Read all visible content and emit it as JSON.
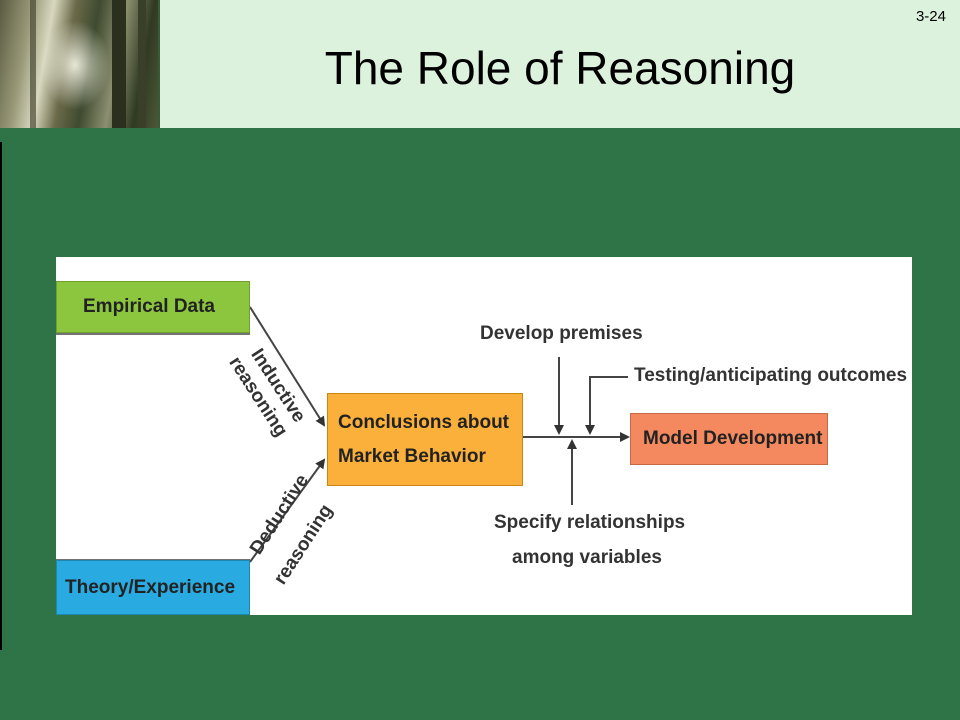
{
  "header": {
    "title": "The Role of Reasoning",
    "page_number": "3-24"
  },
  "diagram": {
    "nodes": {
      "empirical": "Empirical Data",
      "theory": "Theory/Experience",
      "conclusions_line1": "Conclusions about",
      "conclusions_line2": "Market Behavior",
      "model": "Model Development"
    },
    "edge_labels": {
      "inductive_1": "Inductive",
      "inductive_2": "reasoning",
      "deductive_1": "Deductive",
      "deductive_2": "reasoning",
      "premises": "Develop premises",
      "testing": "Testing/anticipating outcomes",
      "specify_1": "Specify relationships",
      "specify_2": "among variables"
    },
    "colors": {
      "empirical": "#8cc63f",
      "theory": "#29abe2",
      "conclusions": "#fbb03b",
      "model": "#f4895f",
      "slide_background": "#2e7446",
      "header_background": "#ddf2dd"
    }
  }
}
